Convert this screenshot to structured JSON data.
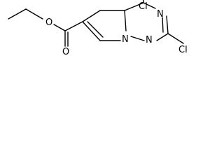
{
  "molecule": {
    "atoms": {
      "cl_top": "Cl",
      "cl_bottom": "Cl",
      "n_triazine_upper": "N",
      "n_triazine_lower": "N",
      "n_bridgehead": "N",
      "o_carbonyl": "O",
      "o_ester": "O"
    }
  }
}
